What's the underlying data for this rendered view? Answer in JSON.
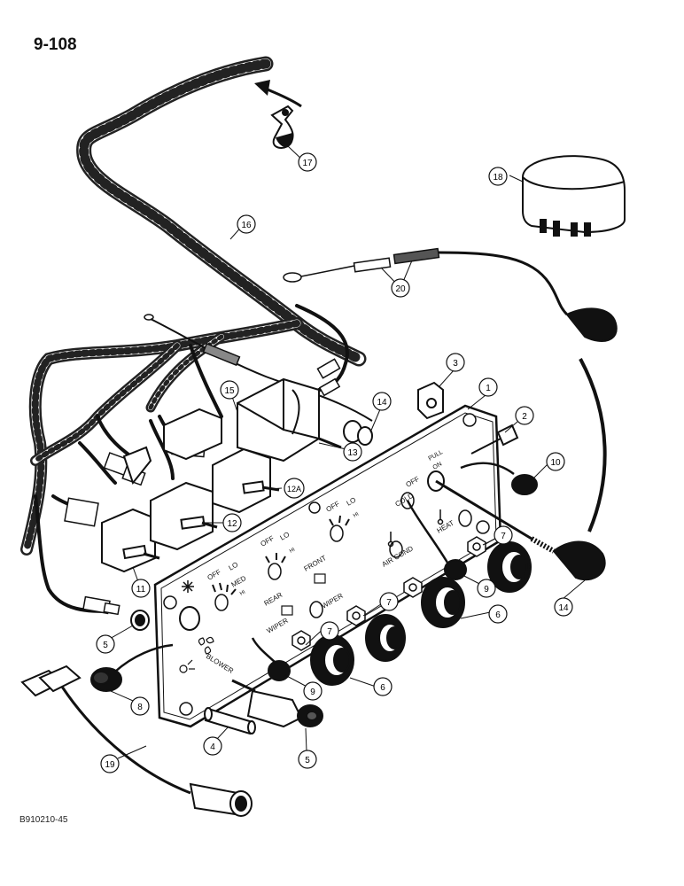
{
  "page_number": "9-108",
  "figure_code": "B910210-45",
  "callouts": [
    "1",
    "2",
    "3",
    "4",
    "5",
    "5",
    "6",
    "6",
    "7",
    "7",
    "7",
    "8",
    "9",
    "9",
    "10",
    "11",
    "12",
    "12A",
    "13",
    "14",
    "14",
    "15",
    "16",
    "17",
    "18",
    "19",
    "20"
  ],
  "panel_labels": {
    "blower_off": "OFF",
    "blower_lo": "LO",
    "blower_med": "MED",
    "blower_hi": "HI",
    "wiper_off": "OFF",
    "wiper_lo": "LO",
    "wiper_hi": "HI",
    "front": "FRONT",
    "wiper1": "WIPER",
    "rear": "REAR",
    "wiper2": "WIPER",
    "ac_off": "OFF",
    "ac_lo": "LO",
    "ac_hi": "HI",
    "air_cond": "AIR COND",
    "cold": "COLD",
    "off2": "OFF",
    "heat": "HEAT",
    "pull": "PULL",
    "on": "ON",
    "blower": "BLOWER"
  }
}
